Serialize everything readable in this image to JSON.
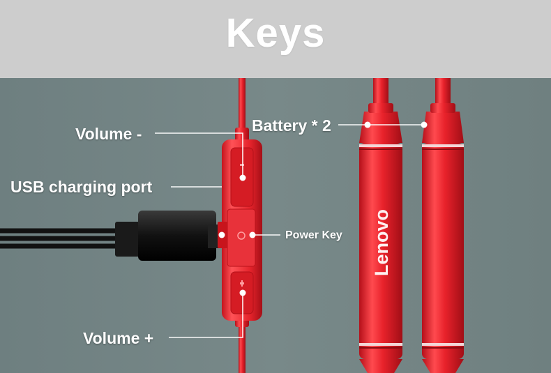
{
  "header": {
    "title": "Keys"
  },
  "labels": {
    "volume_minus": "Volume -",
    "usb_port": "USB charging port",
    "volume_plus": "Volume +",
    "battery": "Battery * 2",
    "power_key": "Power Key"
  },
  "product": {
    "brand": "Lenovo"
  },
  "colors": {
    "accent_red": "#e8222b",
    "header_bg": "#cdcdcd",
    "panel_bg": "#778888"
  }
}
